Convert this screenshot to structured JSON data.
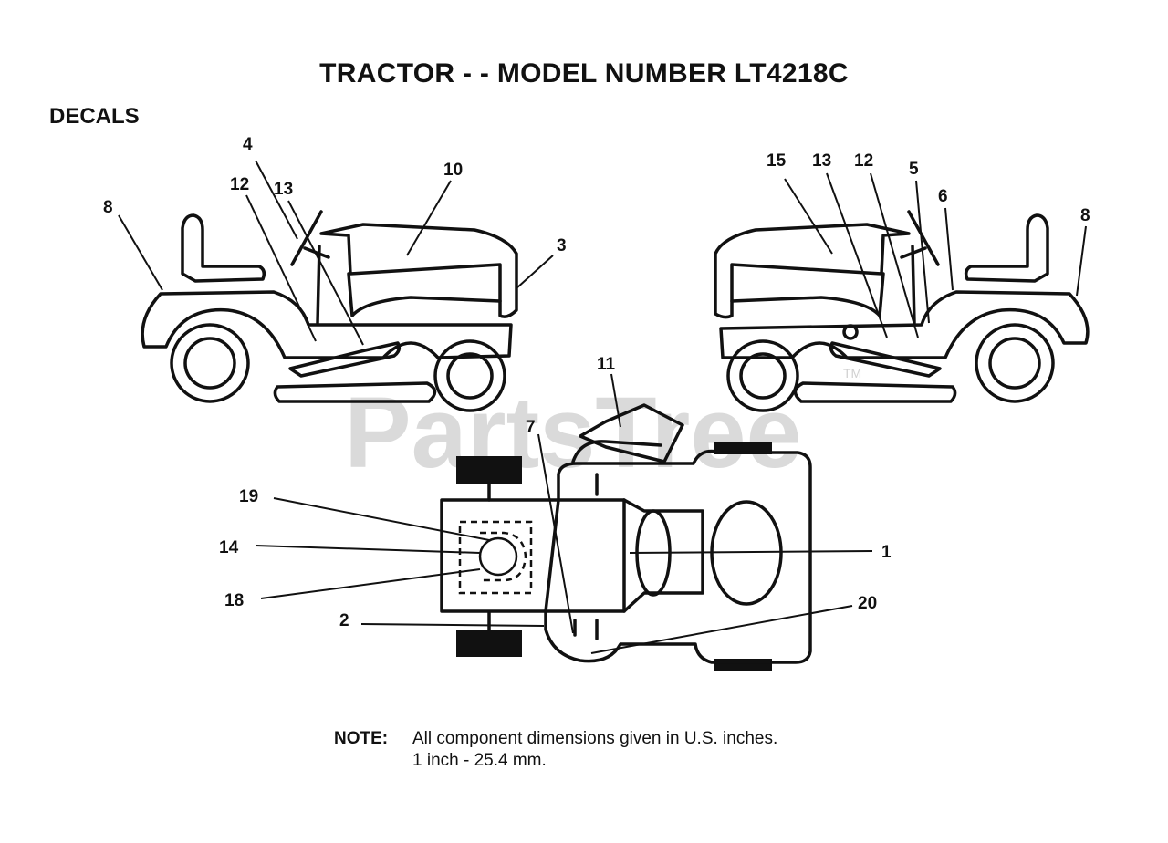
{
  "title": "TRACTOR - - MODEL NUMBER LT4218C",
  "section_label": "DECALS",
  "watermark": {
    "text": "PartsTree",
    "trademark": "TM"
  },
  "callouts": {
    "left_side": [
      "8",
      "12",
      "4",
      "13",
      "10",
      "3"
    ],
    "right_side": [
      "15",
      "13",
      "12",
      "5",
      "6",
      "8"
    ],
    "top_view": [
      "11",
      "7",
      "19",
      "14",
      "18",
      "2",
      "1",
      "20"
    ]
  },
  "note": {
    "label": "NOTE:",
    "line1": "All component dimensions given in U.S. inches.",
    "line2": "1 inch - 25.4 mm."
  }
}
